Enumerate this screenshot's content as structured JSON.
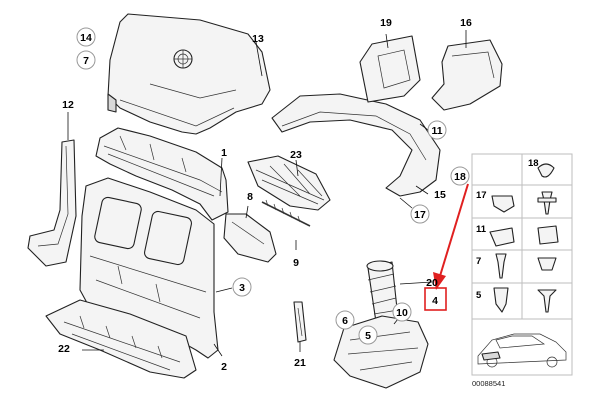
{
  "callouts": {
    "c1": "1",
    "c2": "2",
    "c3": "3",
    "c4": "4",
    "c5": "5",
    "c6": "6",
    "c7": "7",
    "c8": "8",
    "c9": "9",
    "c10": "10",
    "c11": "11",
    "c12": "12",
    "c13": "13",
    "c14": "14",
    "c15": "15",
    "c16": "16",
    "c17": "17",
    "c17b": "17",
    "c18": "18",
    "c19": "19",
    "c20": "20",
    "c21": "21",
    "c22": "22",
    "c23": "23"
  },
  "side_panel": {
    "labels": [
      "18",
      "17",
      "11",
      "7",
      "5"
    ]
  },
  "reference": "00088541",
  "colors": {
    "highlight": "#e02020"
  }
}
